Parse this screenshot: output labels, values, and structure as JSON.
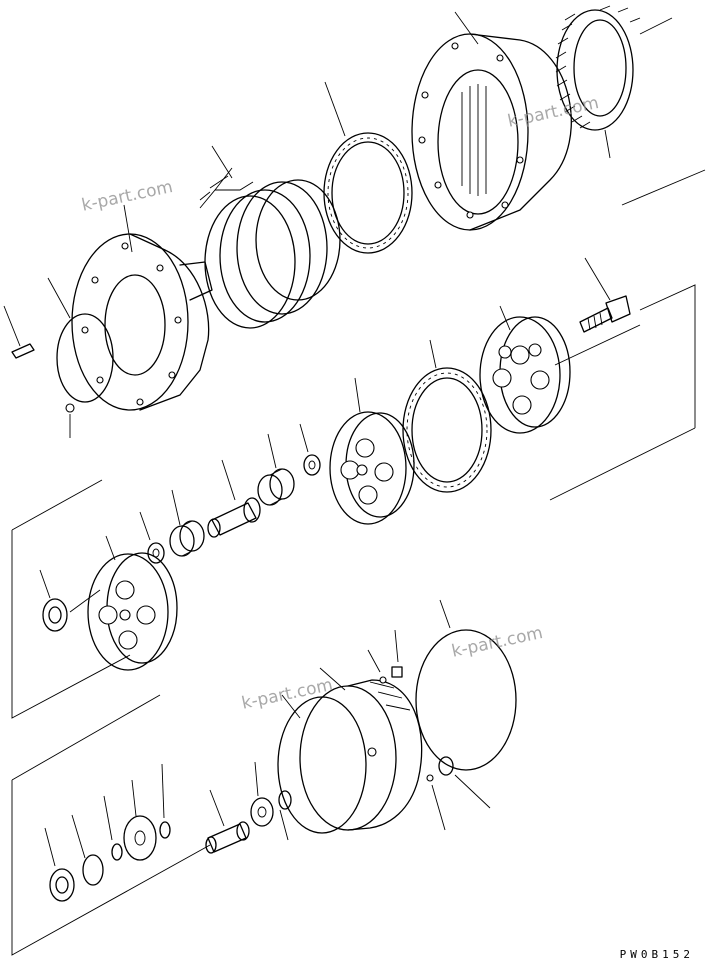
{
  "watermarks": [
    "k-part.com",
    "k-part.com",
    "k-part.com",
    "k-part.com"
  ],
  "drawing_code": "PW0B152"
}
